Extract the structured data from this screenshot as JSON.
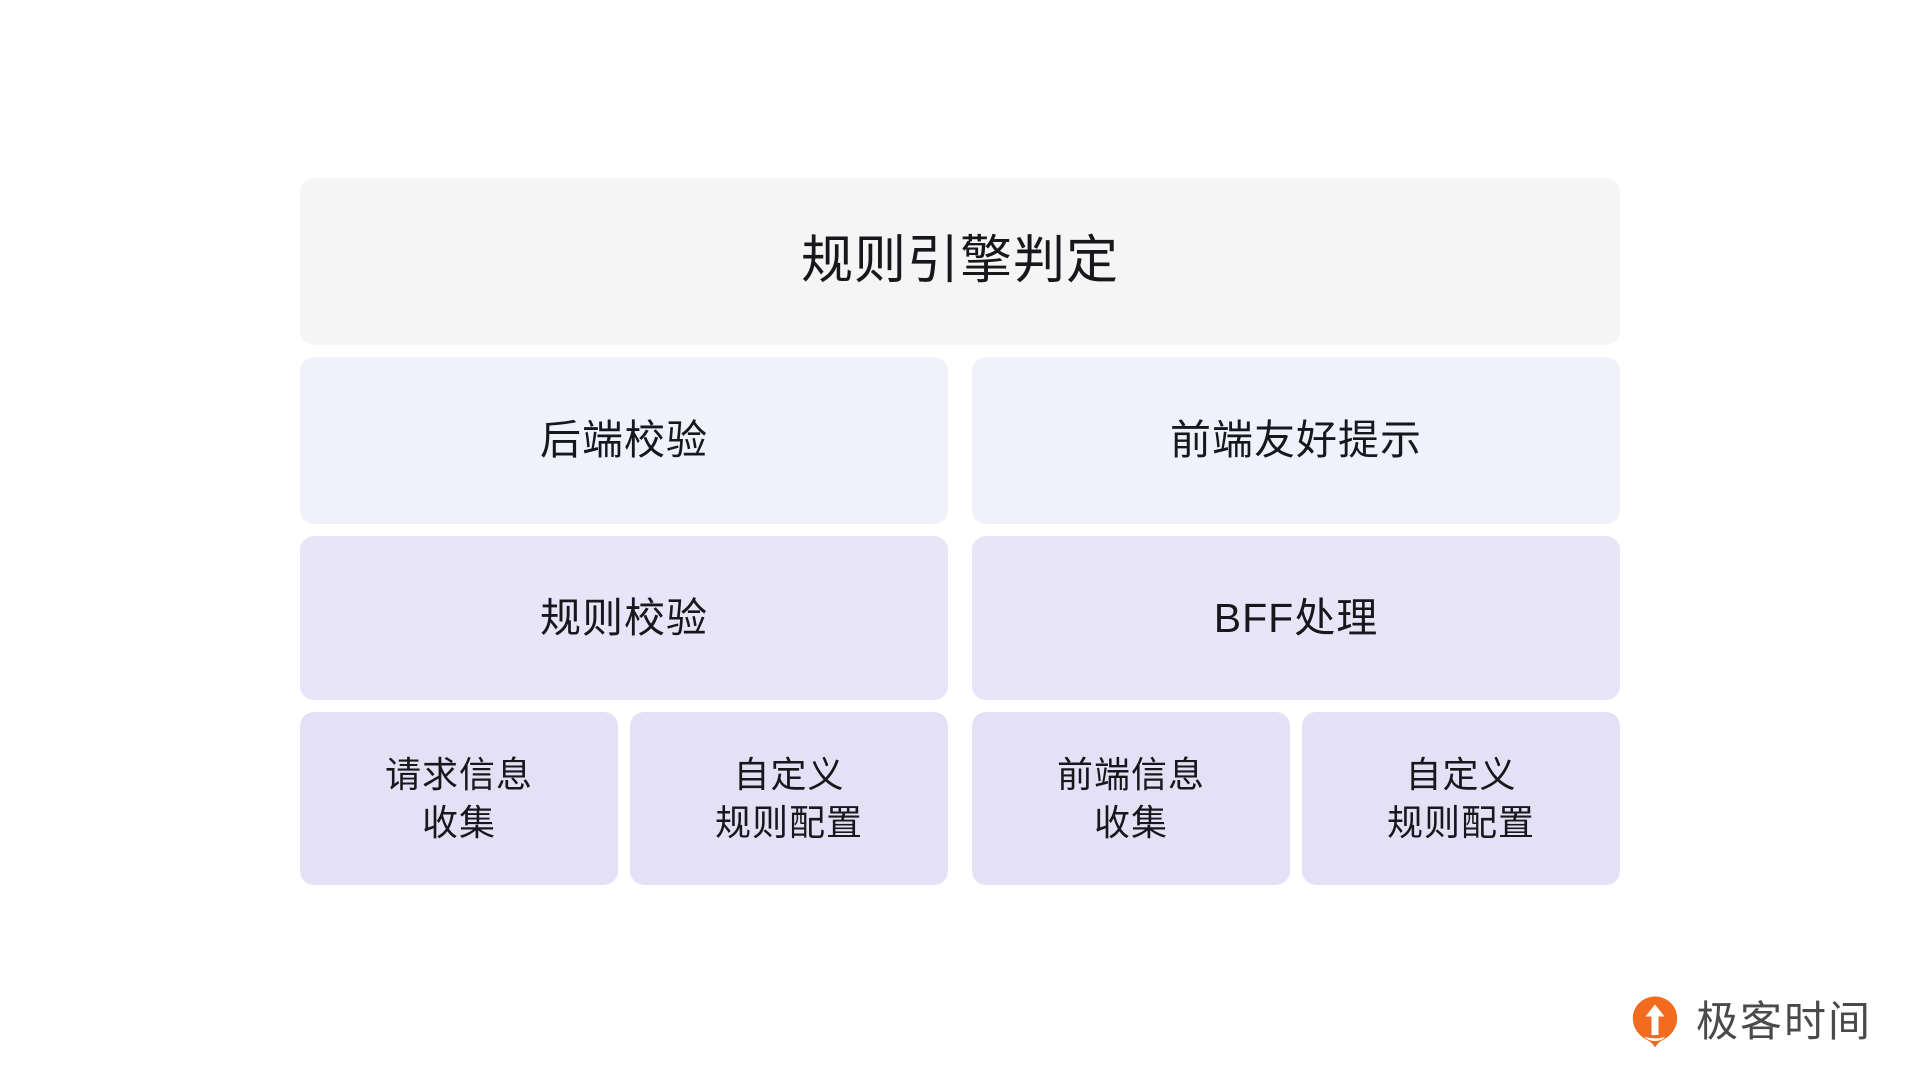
{
  "diagram": {
    "type": "hierarchy",
    "title": "规则引擎判定",
    "columns": [
      {
        "name": "backend",
        "level1": "后端校验",
        "level2": "规则校验",
        "level3": [
          "请求信息\n收集",
          "自定义\n规则配置"
        ]
      },
      {
        "name": "frontend",
        "level1": "前端友好提示",
        "level2": "BFF处理",
        "level3": [
          "前端信息\n收集",
          "自定义\n规则配置"
        ]
      }
    ],
    "colors": {
      "title_bg": "#f5f5f5",
      "level1_bg": "#f1f1fb",
      "level2_bg": "#e8e5f8",
      "level3_bg": "#e4e1f6",
      "text": "#16181c",
      "page_bg": "#ffffff"
    }
  },
  "logo": {
    "icon": "geektime-pin-icon",
    "wordmark": "极客时间",
    "accent_color": "#f26b1f",
    "wordmark_color": "#4a4a4a"
  }
}
